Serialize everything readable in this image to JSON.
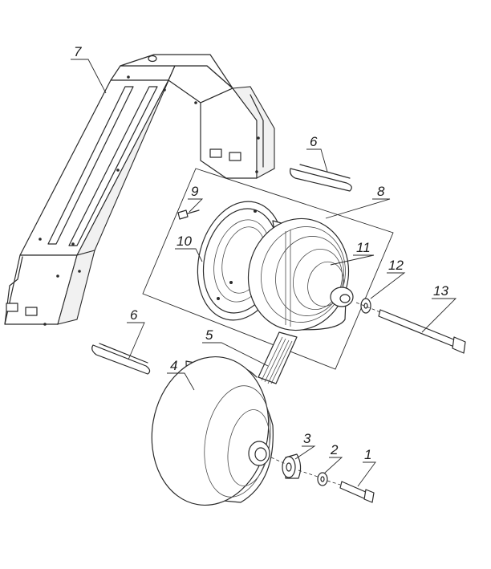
{
  "diagram": {
    "colors": {
      "line": "#2a2a2a",
      "background": "#ffffff",
      "shade": "#f1f1f1"
    },
    "callouts": {
      "c1": "1",
      "c2": "2",
      "c3": "3",
      "c4": "4",
      "c5": "5",
      "c6a": "6",
      "c6b": "6",
      "c7": "7",
      "c8": "8",
      "c9": "9",
      "c10": "10",
      "c11": "11",
      "c12": "12",
      "c13": "13"
    }
  }
}
